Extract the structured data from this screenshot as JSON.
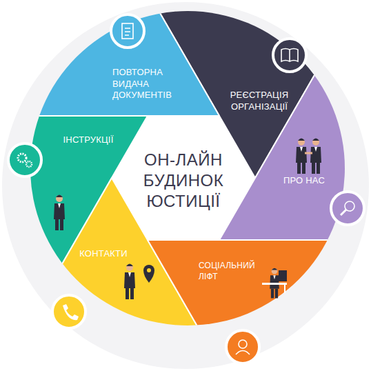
{
  "diagram": {
    "nodes": [
      {
        "text": [
          "ОН-ЛАЙН БУДИНОК ЮСТИЦІЇ"
        ]
      },
      {
        "text": [
          "ПОВТОРНА ВИДАЧА ДОКУМЕНТІВ"
        ]
      },
      {
        "text": [
          "РЕЄСТРАЦІЯ ОРГАНІЗАЦІЇ"
        ]
      },
      {
        "text": [
          "ПРО НАС"
        ]
      },
      {
        "text": [
          "СОЦІАЛЬНИЙ ЛІФТ"
        ]
      },
      {
        "text": [
          "КОНТАКТИ"
        ]
      },
      {
        "text": [
          "ІНСТРУКЦІЇ"
        ]
      }
    ]
  }
}
